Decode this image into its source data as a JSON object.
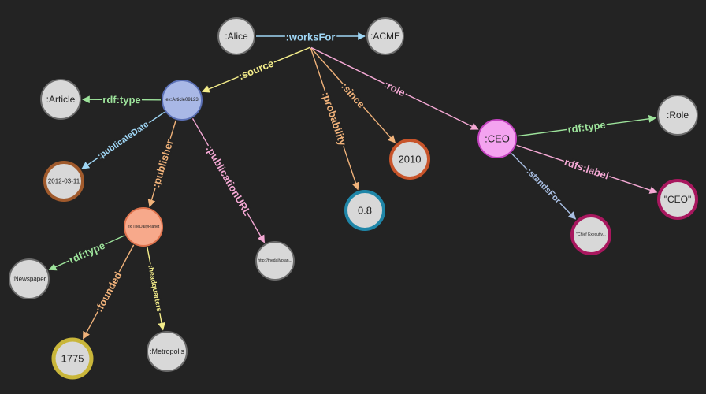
{
  "colors": {
    "background": "#232323",
    "node_fill": "#d8d8d8",
    "node_stroke": "#6a6a6a",
    "label_halo": "#232323"
  },
  "nodes": [
    {
      "id": "alice",
      "label": ":Alice"
    },
    {
      "id": "acme",
      "label": ":ACME"
    },
    {
      "id": "article09123",
      "label": "ex:Article09123",
      "fill": "#a9b8e6",
      "stroke": "#5b70b5"
    },
    {
      "id": "article",
      "label": ":Article"
    },
    {
      "id": "date",
      "label": "2012-03-11",
      "stroke": "#a05a2c"
    },
    {
      "id": "dailyplanet",
      "label": "ex:TheDailyPlanet",
      "fill": "#f7a98b",
      "stroke": "#e0744e"
    },
    {
      "id": "url",
      "label": "http://thedailyplan..."
    },
    {
      "id": "newspaper",
      "label": ":Newspaper"
    },
    {
      "id": "y1775",
      "label": "1775",
      "stroke": "#c9b63a"
    },
    {
      "id": "metropolis",
      "label": ":Metropolis"
    },
    {
      "id": "y2010",
      "label": "2010",
      "stroke": "#c8542a"
    },
    {
      "id": "p08",
      "label": "0.8",
      "stroke": "#1f86a8"
    },
    {
      "id": "ceo",
      "label": ":CEO",
      "fill": "#f4a3f0",
      "stroke": "#c443c0"
    },
    {
      "id": "role",
      "label": ":Role"
    },
    {
      "id": "ceolit",
      "label": "\"CEO\"",
      "stroke": "#a8175e"
    },
    {
      "id": "chief",
      "label": "\"Chief Executiv...",
      "stroke": "#a8175e"
    }
  ],
  "edges": [
    {
      "from": "alice",
      "to": "acme",
      "label": ":worksFor",
      "color": "#9fd6f5"
    },
    {
      "from": "w",
      "to": "article09123",
      "label": ":source",
      "color": "#f4ed8a"
    },
    {
      "from": "w",
      "to": "y2010",
      "label": ":since",
      "color": "#f0b27a"
    },
    {
      "from": "w",
      "to": "p08",
      "label": ":probability",
      "color": "#f0b27a"
    },
    {
      "from": "w",
      "to": "ceo",
      "label": ":role",
      "color": "#f4a8d4"
    },
    {
      "from": "article09123",
      "to": "article",
      "label": "rdf:type",
      "color": "#9de39b"
    },
    {
      "from": "article09123",
      "to": "date",
      "label": ":publicateDate",
      "color": "#9fd6f5"
    },
    {
      "from": "article09123",
      "to": "dailyplanet",
      "label": ":publisher",
      "color": "#f0b27a"
    },
    {
      "from": "article09123",
      "to": "url",
      "label": ":publicationURL",
      "color": "#f4a8d4"
    },
    {
      "from": "dailyplanet",
      "to": "newspaper",
      "label": "rdf:type",
      "color": "#9de39b"
    },
    {
      "from": "dailyplanet",
      "to": "y1775",
      "label": ":founded",
      "color": "#f0b27a"
    },
    {
      "from": "dailyplanet",
      "to": "metropolis",
      "label": ":headquarters",
      "color": "#f4ed8a"
    },
    {
      "from": "ceo",
      "to": "role",
      "label": "rdf:type",
      "color": "#9de39b"
    },
    {
      "from": "ceo",
      "to": "ceolit",
      "label": "rdfs:label",
      "color": "#f4a8d4"
    },
    {
      "from": "ceo",
      "to": "chief",
      "label": ":standsFor",
      "color": "#a9bfe3"
    }
  ]
}
